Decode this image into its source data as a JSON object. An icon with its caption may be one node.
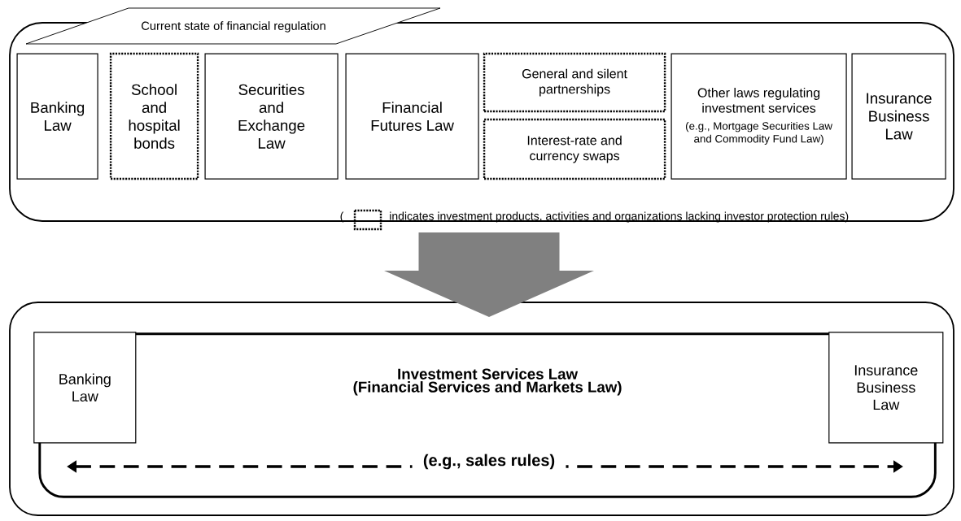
{
  "diagram": {
    "nodes": [
      {
        "text": [
          "Current state of financial regulation"
        ]
      },
      {
        "text": [
          "Banking Law"
        ],
        "in": 0
      },
      {
        "text": [
          "School and hospital bonds"
        ],
        "in": 0
      },
      {
        "text": [
          "Securities and Exchange Law"
        ],
        "in": 0
      },
      {
        "text": [
          "Financial Futures Law"
        ],
        "in": 0
      },
      {
        "text": [
          "General and silent partnerships"
        ],
        "in": 0
      },
      {
        "text": [
          "Interest-rate and currency swaps"
        ],
        "in": 0
      },
      {
        "text": [
          "Other laws regulating investment services",
          "(e.g., Mortgage Securities Law and Commodity Fund Law)"
        ],
        "in": 0
      },
      {
        "text": [
          "Insurance Business Law"
        ],
        "in": 0
      },
      {
        "text": [],
        "shape": "box"
      },
      {
        "text": [
          "Investment Services Law",
          "(Financial Services and Markets Law)"
        ],
        "in": 9
      },
      {
        "text": [
          "Banking Law"
        ],
        "in": 10
      },
      {
        "text": [
          "Insurance Business Law"
        ],
        "in": 10
      }
    ],
    "edges": [
      {
        "from": 0,
        "to": 9,
        "arrow": "to",
        "style": "thick",
        "color": "#808080"
      }
    ],
    "labels": [
      "(",
      "(e.g., sales rules)"
    ],
    "legend": [
      {
        "text": "indicates investment products, activities and organizations lacking investor protection rules)"
      }
    ]
  }
}
